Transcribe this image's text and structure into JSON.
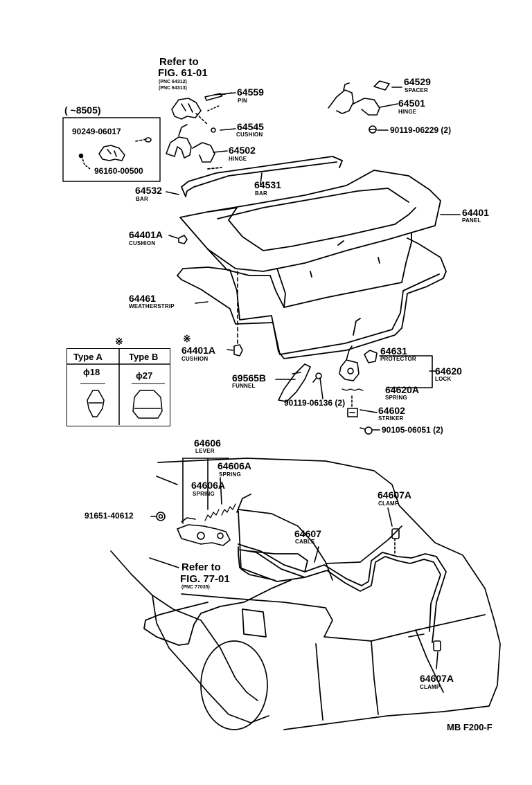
{
  "refs": {
    "fig61": {
      "line1": "Refer to",
      "line2": "FIG. 61-01",
      "pnc1": "(PNC 64312)",
      "pnc2": "(PNC 64313)"
    },
    "fig77": {
      "line1": "Refer to",
      "line2": "FIG. 77-01",
      "pnc": "(PNC 77035)"
    }
  },
  "inset_8505": {
    "title": "(      ~8505)",
    "parts": [
      {
        "pn": "90249-06017"
      },
      {
        "pn": "96160-00500"
      }
    ]
  },
  "parts": [
    {
      "pn": "64559",
      "name": "PIN"
    },
    {
      "pn": "64545",
      "name": "CUSHION"
    },
    {
      "pn": "64502",
      "name": "HINGE"
    },
    {
      "pn": "64529",
      "name": "SPACER"
    },
    {
      "pn": "64501",
      "name": "HINGE"
    },
    {
      "pn": "90119-06229 (2)",
      "name": ""
    },
    {
      "pn": "64531",
      "name": "BAR"
    },
    {
      "pn": "64532",
      "name": "BAR"
    },
    {
      "pn": "64401",
      "name": "PANEL"
    },
    {
      "pn": "64401A",
      "name": "CUSHION"
    },
    {
      "pn": "64461",
      "name": "WEATHERSTRIP"
    },
    {
      "pn": "64401A",
      "name": "CUSHION"
    },
    {
      "pn": "64631",
      "name": "PROTECTOR"
    },
    {
      "pn": "64620",
      "name": "LOCK"
    },
    {
      "pn": "64620A",
      "name": "SPRING"
    },
    {
      "pn": "69565B",
      "name": "FUNNEL"
    },
    {
      "pn": "90119-06136 (2)",
      "name": ""
    },
    {
      "pn": "64602",
      "name": "STRIKER"
    },
    {
      "pn": "90105-06051 (2)",
      "name": ""
    },
    {
      "pn": "64606",
      "name": "LEVER"
    },
    {
      "pn": "64606A",
      "name": "SPRING"
    },
    {
      "pn": "64606A",
      "name": "SPRING"
    },
    {
      "pn": "91651-40612",
      "name": ""
    },
    {
      "pn": "64607A",
      "name": "CLAMP"
    },
    {
      "pn": "64607",
      "name": "CABLE"
    },
    {
      "pn": "64607A",
      "name": "CLAMP"
    }
  ],
  "mark": "※",
  "mark_cushion": "※",
  "type_table": {
    "types": [
      {
        "label": "Type A",
        "dia": "ϕ18"
      },
      {
        "label": "Type B",
        "dia": "ϕ27"
      }
    ]
  },
  "footer_code": "MB F200-F"
}
